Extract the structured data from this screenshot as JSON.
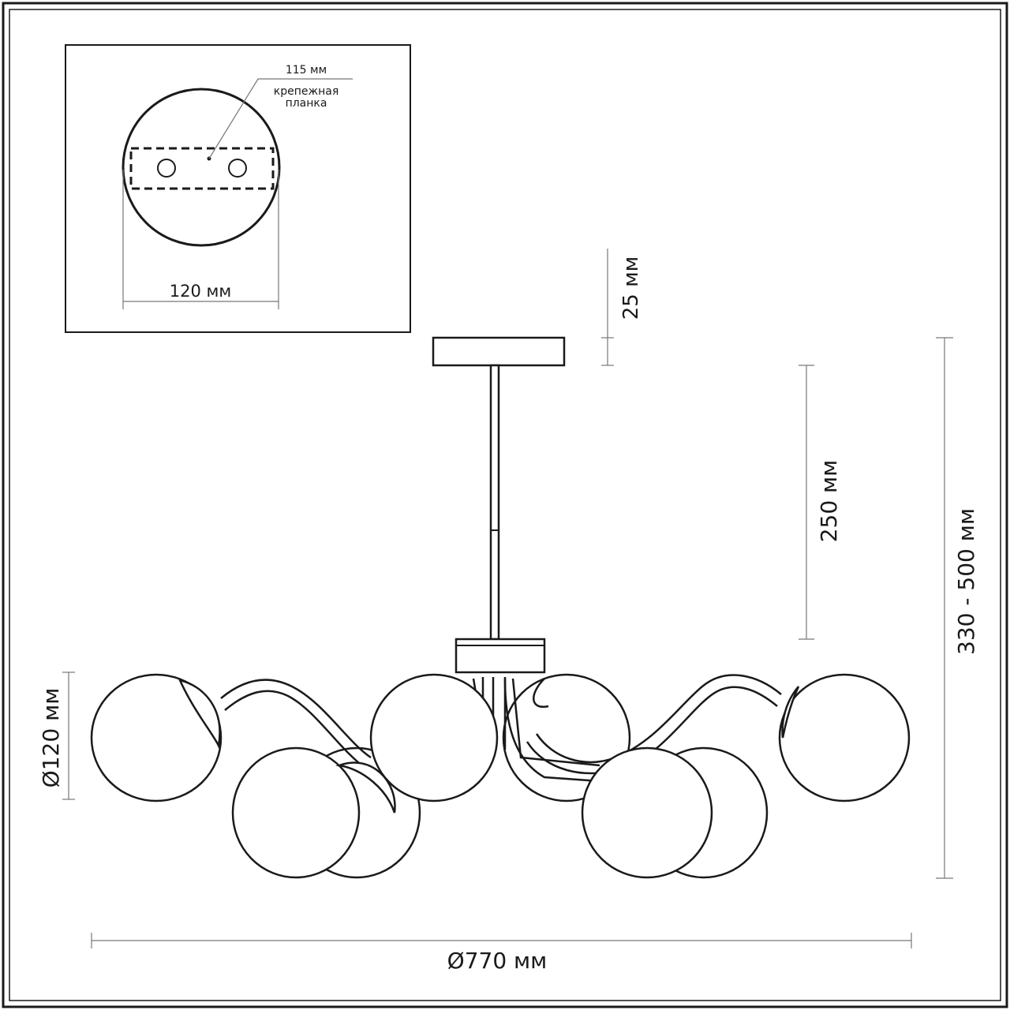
{
  "inset": {
    "bracket_length": "115 мм",
    "bracket_label_line1": "крепежная",
    "bracket_label_line2": "планка",
    "canopy_diameter": "120 мм"
  },
  "dimensions": {
    "canopy_height": "25 мм",
    "rod_length": "250 мм",
    "total_height": "330 - 500 мм",
    "globe_diameter": "Ø120 мм",
    "total_diameter": "Ø770 мм"
  },
  "globe_count": 8,
  "colors": {
    "line": "#1a1a1a",
    "dimension_line": "#777777"
  }
}
